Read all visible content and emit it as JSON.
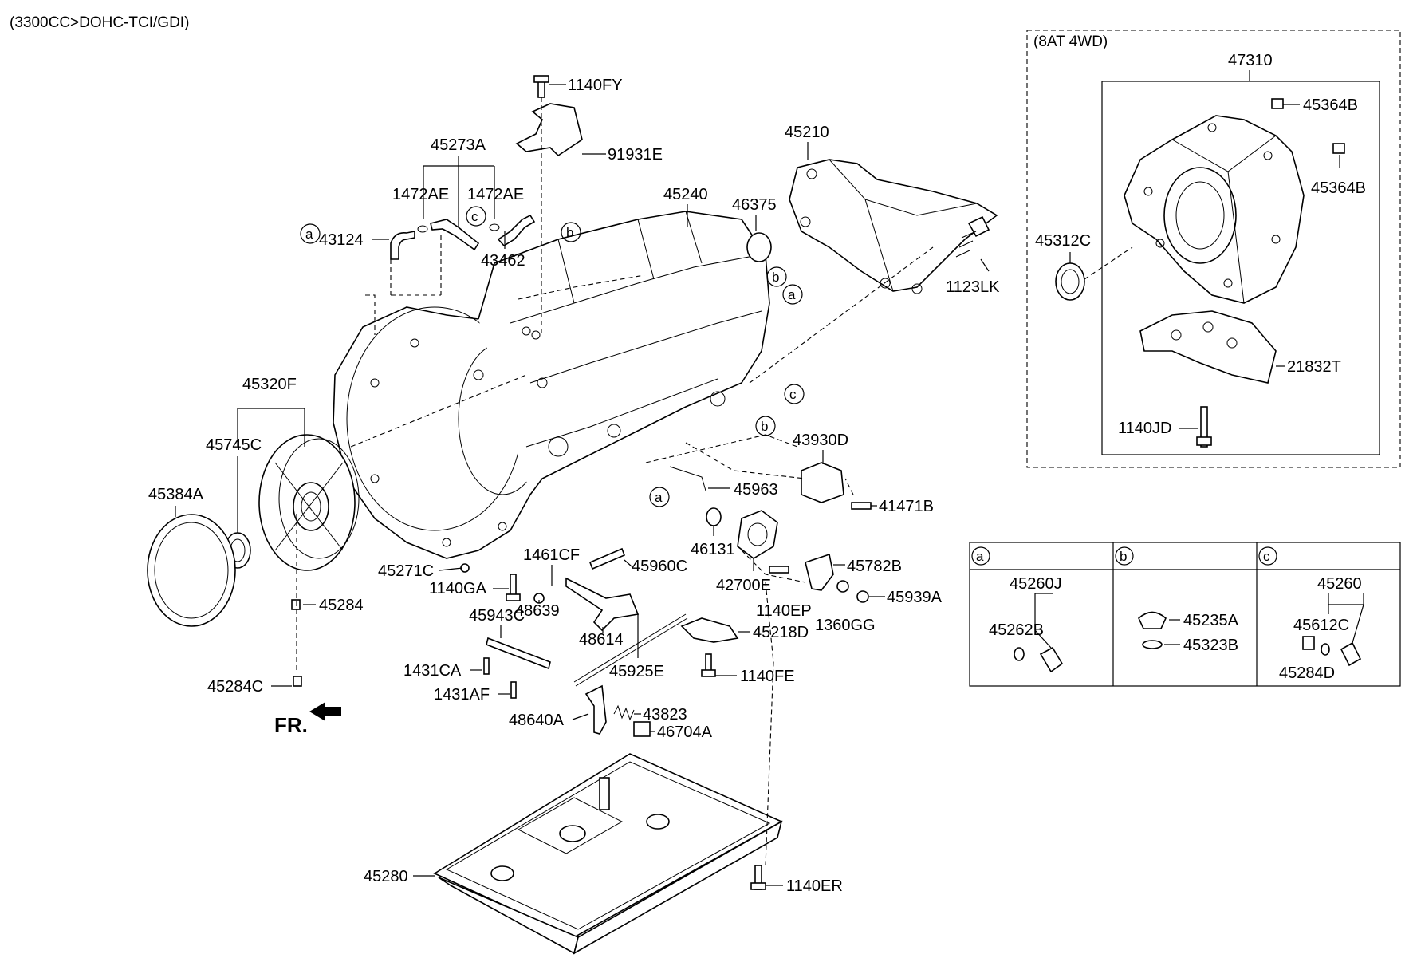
{
  "header": {
    "engine_spec": "(3300CC>DOHC-TCI/GDI)"
  },
  "inset": {
    "title": "(8AT 4WD)",
    "assembly": "47310"
  },
  "labels": {
    "l1140FY": "1140FY",
    "l91931E": "91931E",
    "l45273A": "45273A",
    "l1472AE_1": "1472AE",
    "l1472AE_2": "1472AE",
    "l43124": "43124",
    "l43462": "43462",
    "l45240": "45240",
    "l46375": "46375",
    "l45210": "45210",
    "l1123LK": "1123LK",
    "l45320F": "45320F",
    "l45745C": "45745C",
    "l45384A": "45384A",
    "l45271C": "45271C",
    "l1140GA": "1140GA",
    "l45284": "45284",
    "l45284C": "45284C",
    "l1461CF": "1461CF",
    "l45960C": "45960C",
    "l45943C": "45943C",
    "l48639": "48639",
    "l48614": "48614",
    "l1431CA": "1431CA",
    "l1431AF": "1431AF",
    "l48640A": "48640A",
    "l43823": "43823",
    "l46704A": "46704A",
    "l45963": "45963",
    "l46131": "46131",
    "l42700E": "42700E",
    "l1140EP": "1140EP",
    "l45782B": "45782B",
    "l1360GG": "1360GG",
    "l45939A": "45939A",
    "l45218D": "45218D",
    "l45925E": "45925E",
    "l1140FE": "1140FE",
    "l43930D": "43930D",
    "l41471B": "41471B",
    "l45280": "45280",
    "l1140ER": "1140ER",
    "l45364B_1": "45364B",
    "l45364B_2": "45364B",
    "l45312C": "45312C",
    "l21832T": "21832T",
    "l1140JD": "1140JD"
  },
  "refs": {
    "a": "a",
    "b": "b",
    "c": "c"
  },
  "front_arrow": "FR.",
  "legend": {
    "a": {
      "letter": "a",
      "group": "45260J",
      "items": [
        "45262B"
      ]
    },
    "b": {
      "letter": "b",
      "items": [
        "45235A",
        "45323B"
      ]
    },
    "c": {
      "letter": "c",
      "group": "45260",
      "items": [
        "45612C",
        "45284D"
      ]
    }
  }
}
